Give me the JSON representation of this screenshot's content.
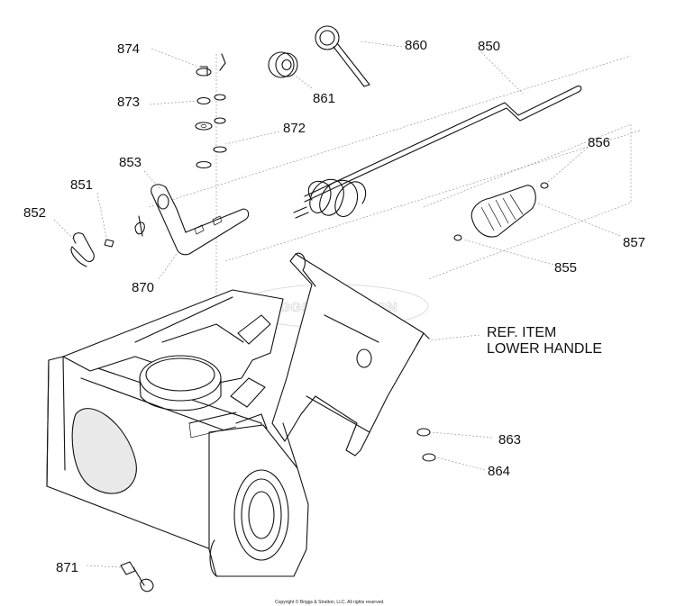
{
  "parts": [
    {
      "id": "label-874",
      "text": "874"
    },
    {
      "id": "label-873",
      "text": "873"
    },
    {
      "id": "label-872",
      "text": "872"
    },
    {
      "id": "label-853",
      "text": "853"
    },
    {
      "id": "label-851",
      "text": "851"
    },
    {
      "id": "label-852",
      "text": "852"
    },
    {
      "id": "label-870",
      "text": "870"
    },
    {
      "id": "label-860",
      "text": "860"
    },
    {
      "id": "label-861",
      "text": "861"
    },
    {
      "id": "label-850",
      "text": "850"
    },
    {
      "id": "label-856",
      "text": "856"
    },
    {
      "id": "label-857",
      "text": "857"
    },
    {
      "id": "label-855",
      "text": "855"
    },
    {
      "id": "label-863",
      "text": "863"
    },
    {
      "id": "label-864",
      "text": "864"
    },
    {
      "id": "label-871",
      "text": "871"
    }
  ],
  "reference": {
    "line1": "REF. ITEM",
    "line2": "LOWER HANDLE"
  },
  "watermark": "BRIGGS&STRATTON",
  "copyright": "Copyright © Briggs & Stratton, LLC. All rights reserved."
}
